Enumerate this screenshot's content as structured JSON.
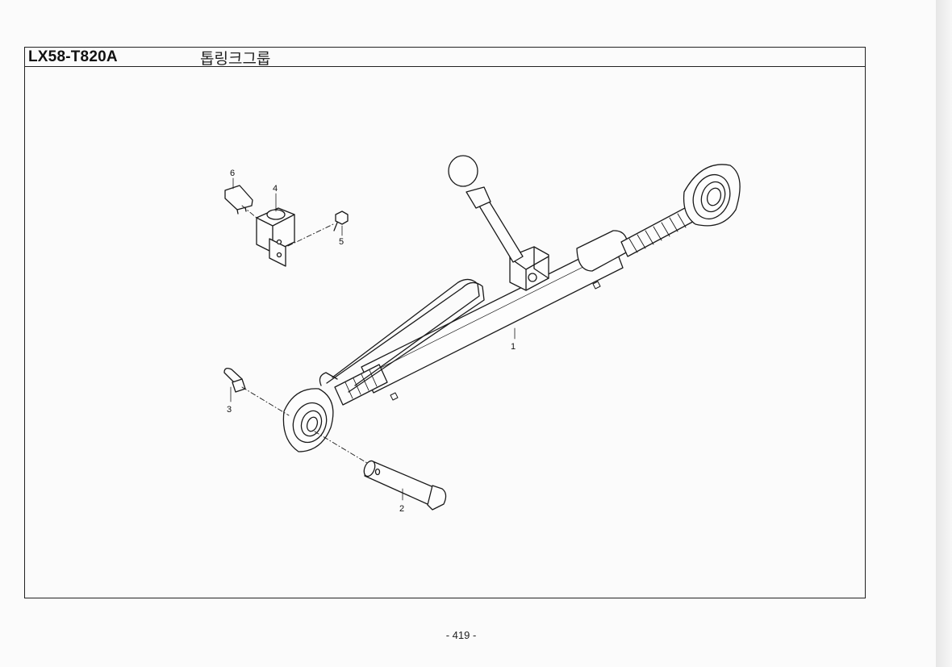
{
  "header": {
    "model_code": "LX58-T820A",
    "group_name": "톱링크그룹"
  },
  "callouts": [
    {
      "id": "callout-1",
      "label": "1"
    },
    {
      "id": "callout-2",
      "label": "2"
    },
    {
      "id": "callout-3",
      "label": "3"
    },
    {
      "id": "callout-4",
      "label": "4"
    },
    {
      "id": "callout-5",
      "label": "5"
    },
    {
      "id": "callout-6",
      "label": "6"
    }
  ],
  "footer": {
    "page_number": "- 419 -"
  }
}
